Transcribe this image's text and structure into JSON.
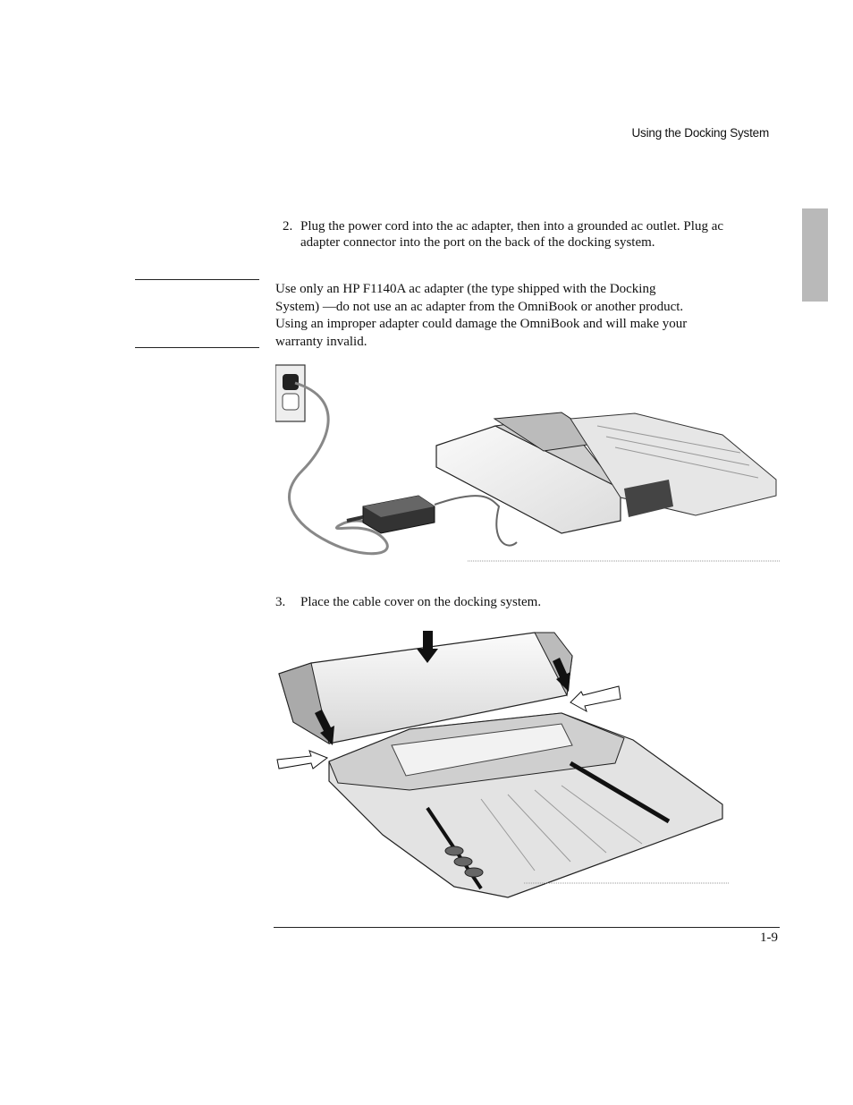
{
  "header": {
    "running_title": "Using the Docking System"
  },
  "steps": [
    {
      "number": "2.",
      "text": "Plug the power cord into the ac adapter, then into a grounded ac outlet. Plug ac adapter connector into the port on the back of the docking system."
    },
    {
      "number": "3.",
      "text": "Place the cable cover on the docking system."
    }
  ],
  "caution": {
    "lines": [
      "Use only an HP F1140A ac adapter (the type shipped with the Docking",
      "System) —do not use an ac  adapter from the OmniBook or another product.",
      "Using an improper adapter could damage the OmniBook and will make your",
      "warranty invalid."
    ]
  },
  "footer": {
    "page_number": "1-9"
  }
}
